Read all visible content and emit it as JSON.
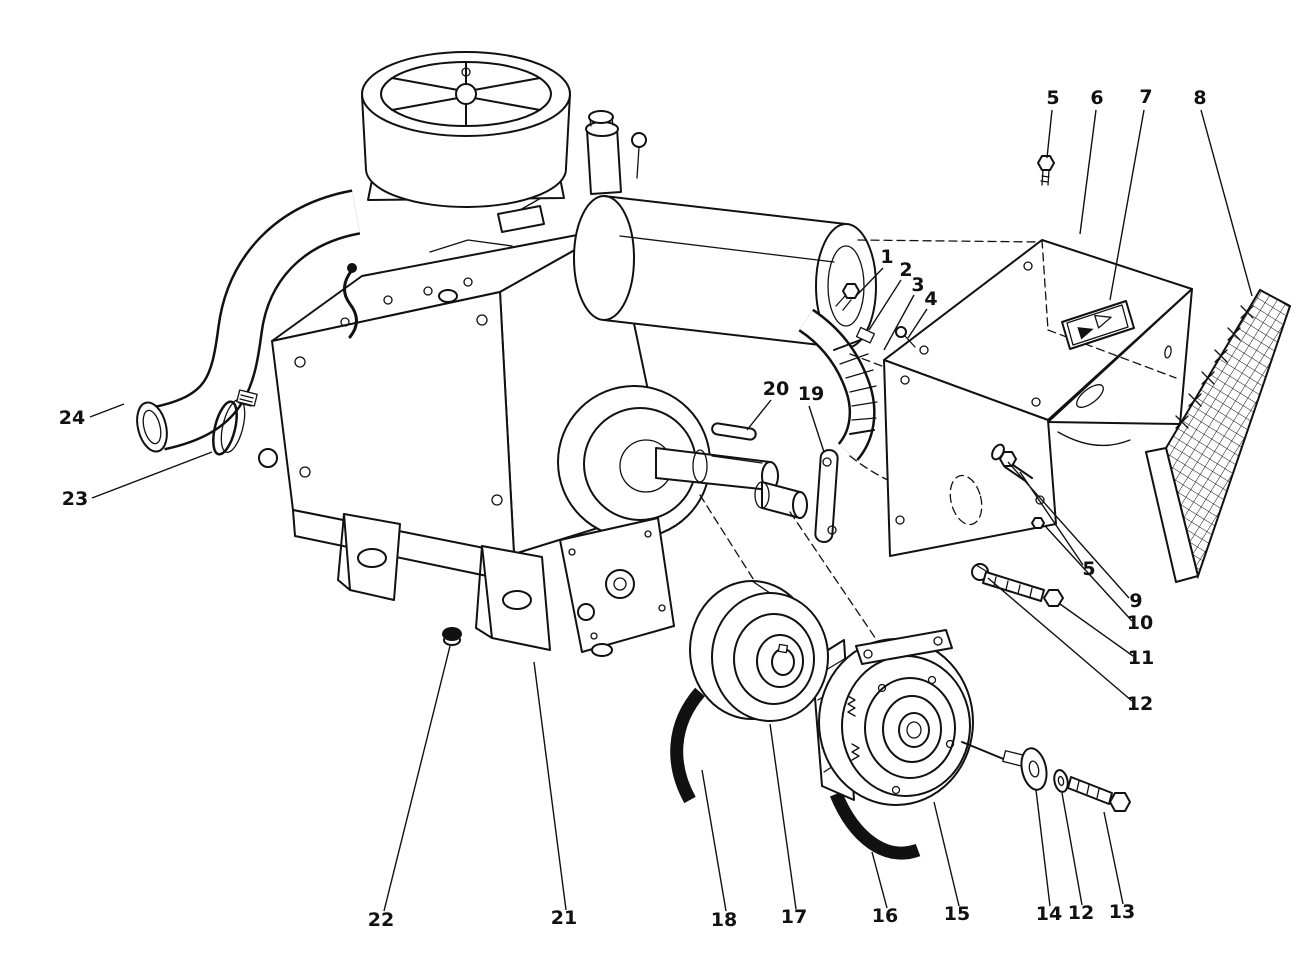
{
  "diagram": {
    "background_color": "#ffffff",
    "line_color": "#111111",
    "callouts": [
      {
        "label": "5"
      },
      {
        "label": "6"
      },
      {
        "label": "7"
      },
      {
        "label": "8"
      },
      {
        "label": "1"
      },
      {
        "label": "2"
      },
      {
        "label": "3"
      },
      {
        "label": "4"
      },
      {
        "label": "24"
      },
      {
        "label": "23"
      },
      {
        "label": "20"
      },
      {
        "label": "19"
      },
      {
        "label": "5"
      },
      {
        "label": "9"
      },
      {
        "label": "10"
      },
      {
        "label": "11"
      },
      {
        "label": "12"
      },
      {
        "label": "22"
      },
      {
        "label": "21"
      },
      {
        "label": "18"
      },
      {
        "label": "17"
      },
      {
        "label": "16"
      },
      {
        "label": "15"
      },
      {
        "label": "14"
      },
      {
        "label": "12"
      },
      {
        "label": "13"
      }
    ]
  }
}
